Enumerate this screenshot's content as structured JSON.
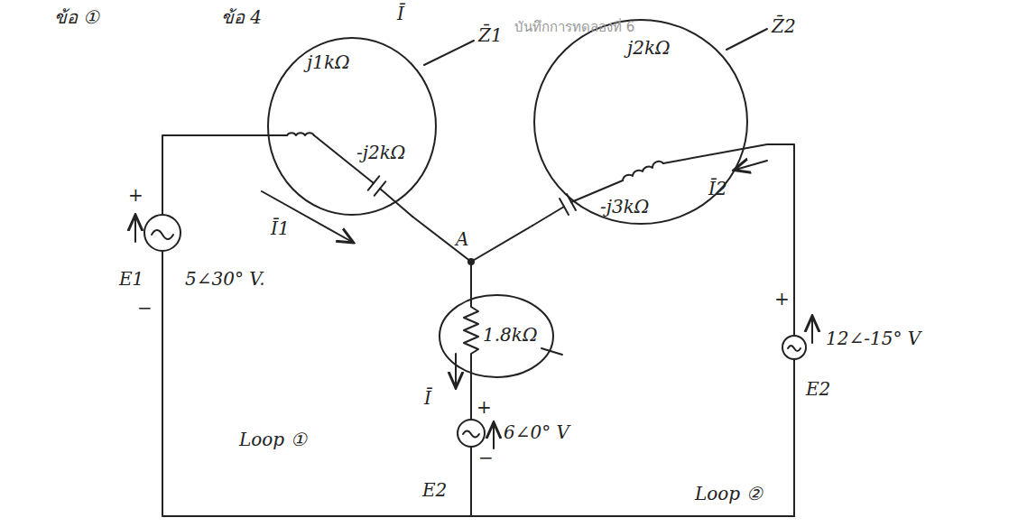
{
  "diagram": {
    "nodes": [
      {
        "text": [
          "j1kΩ",
          "-j2kΩ"
        ]
      },
      {
        "text": [
          "j2kΩ",
          "-j3kΩ"
        ]
      },
      {
        "text": [
          "1.8kΩ"
        ]
      }
    ],
    "edges": [
      {
        "from": 0,
        "to": 2,
        "arrow": "none"
      },
      {
        "from": 1,
        "to": 2,
        "arrow": "none"
      }
    ],
    "labels": [
      "ข้อ ①",
      "ข้อ 4",
      "บันทึกการทดลองที่ 6",
      "Ī",
      "Z̄1",
      "Ī1",
      "A",
      "Z̄2",
      "Ī2",
      "E1",
      "+",
      "5∠30° V.",
      "−",
      "Ī",
      "+",
      "6∠0° V",
      "E2",
      "−",
      "+",
      "12∠-15° V",
      "E2",
      "Loop ①",
      "Loop ②"
    ]
  }
}
